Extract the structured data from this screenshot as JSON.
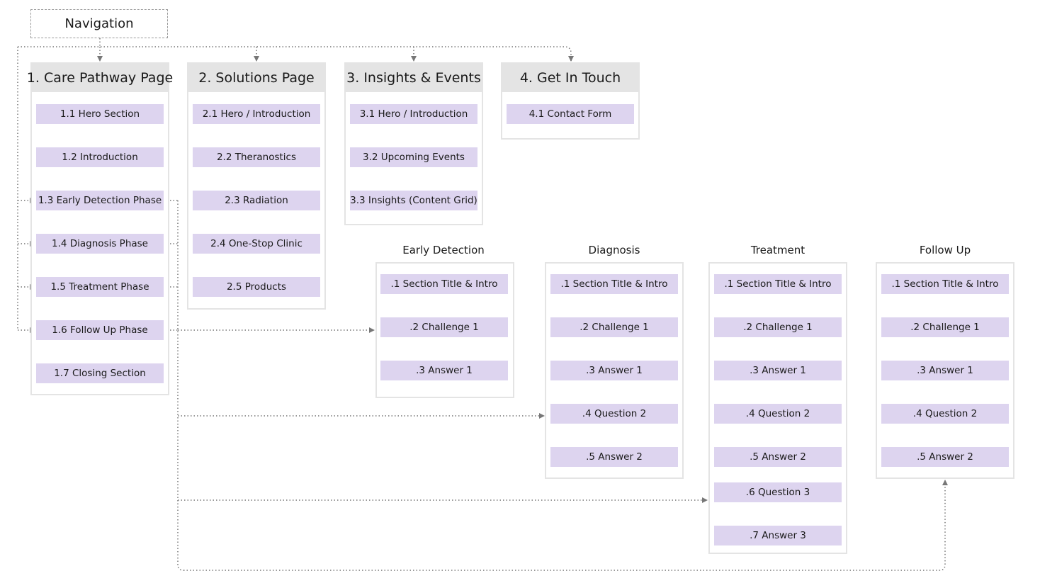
{
  "navigation": {
    "label": "Navigation"
  },
  "pages": [
    {
      "title": "1. Care Pathway Page",
      "items": [
        "1.1 Hero Section",
        "1.2 Introduction",
        "1.3 Early Detection Phase",
        "1.4 Diagnosis Phase",
        "1.5 Treatment Phase",
        "1.6 Follow Up Phase",
        "1.7 Closing Section"
      ]
    },
    {
      "title": "2. Solutions Page",
      "items": [
        "2.1 Hero / Introduction",
        "2.2 Theranostics",
        "2.3 Radiation",
        "2.4 One-Stop Clinic",
        "2.5 Products"
      ]
    },
    {
      "title": "3. Insights & Events",
      "items": [
        "3.1 Hero / Introduction",
        "3.2 Upcoming Events",
        "3.3 Insights (Content Grid)"
      ]
    },
    {
      "title": "4. Get In Touch",
      "items": [
        "4.1 Contact Form"
      ]
    }
  ],
  "phases": [
    {
      "title": "Early Detection",
      "items": [
        ".1 Section Title & Intro",
        ".2 Challenge 1",
        ".3 Answer 1"
      ]
    },
    {
      "title": "Diagnosis",
      "items": [
        ".1 Section Title & Intro",
        ".2 Challenge 1",
        ".3 Answer 1",
        ".4 Question 2",
        ".5 Answer 2"
      ]
    },
    {
      "title": "Treatment",
      "items": [
        ".1 Section Title & Intro",
        ".2 Challenge 1",
        ".3 Answer 1",
        ".4 Question 2",
        ".5 Answer 2",
        ".6 Question 3",
        ".7 Answer 3"
      ]
    },
    {
      "title": "Follow Up",
      "items": [
        ".1 Section Title & Intro",
        ".2 Challenge 1",
        ".3 Answer 1",
        ".4 Question 2",
        ".5 Answer 2"
      ]
    }
  ],
  "colors": {
    "item_fill": "#ddd4ef",
    "header_fill": "#e4e4e4",
    "arrow": "#777777"
  }
}
